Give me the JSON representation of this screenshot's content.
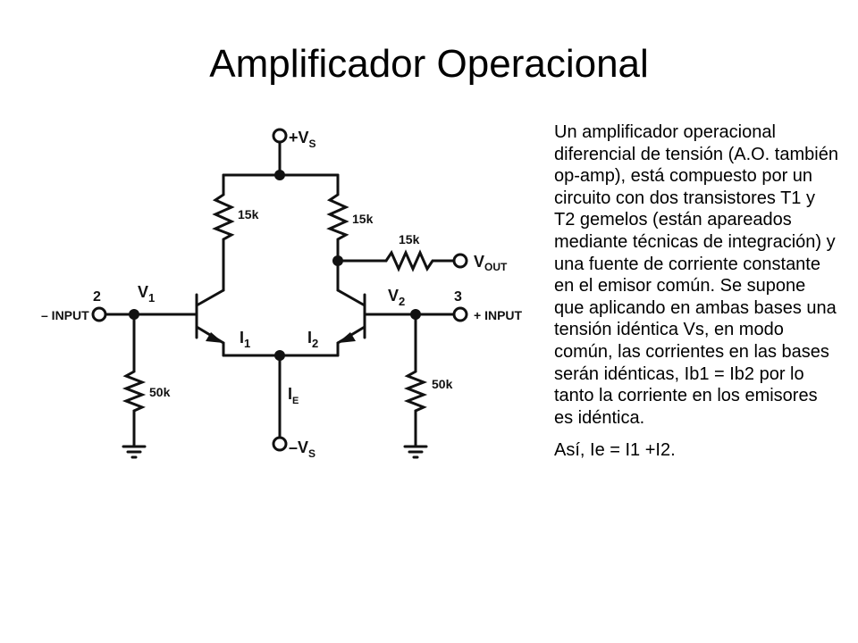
{
  "slide": {
    "title": "Amplificador Operacional",
    "paragraphs": [
      "Un amplificador operacional diferencial de tensión (A.O. también op-amp), está compuesto por un circuito con dos transistores T1 y T2 gemelos (están apareados mediante técnicas de integración) y una fuente de corriente constante en el emisor común. Se supone que aplicando en ambas bases una tensión idéntica Vs, en modo común, las corrientes en las bases serán idénticas, Ib1 = Ib2 por lo tanto la corriente en los emisores es idéntica.",
      "Así, Ie = I1 +I2."
    ]
  },
  "circuit": {
    "supply_pos": "+V",
    "supply_neg": "–V",
    "supply_sub": "S",
    "r_collector_left": "15k",
    "r_collector_right": "15k",
    "r_out": "15k",
    "r_base_left": "50k",
    "r_base_right": "50k",
    "out_label": "V",
    "out_sub": "OUT",
    "in_minus_label": "– INPUT",
    "in_plus_label": "+ INPUT",
    "pin_minus": "2",
    "pin_plus": "3",
    "v1_label": "V",
    "v1_sub": "1",
    "v2_label": "V",
    "v2_sub": "2",
    "i1_label": "I",
    "i1_sub": "1",
    "i2_label": "I",
    "i2_sub": "2",
    "ie_label": "I",
    "ie_sub": "E"
  }
}
